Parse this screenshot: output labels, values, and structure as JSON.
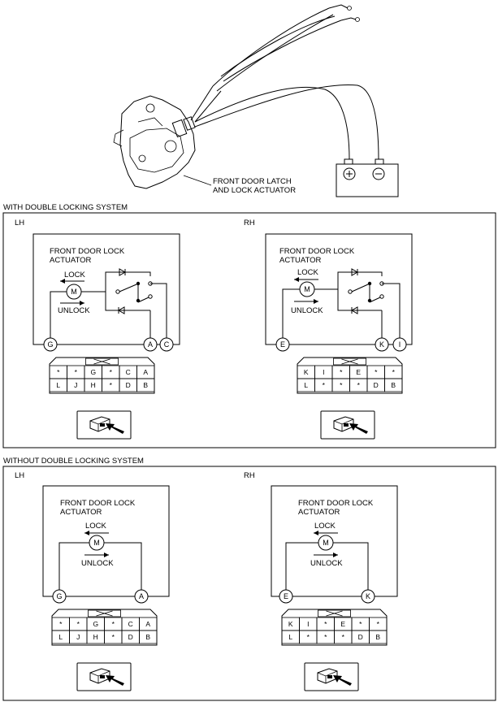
{
  "top": {
    "component_label_1": "FRONT DOOR LATCH",
    "component_label_2": "AND LOCK ACTUATOR",
    "battery_plus": "⊕",
    "battery_minus": "⊖"
  },
  "sections": [
    {
      "title": "WITH DOUBLE LOCKING SYSTEM",
      "panels": [
        {
          "side": "LH",
          "actuator_label_1": "FRONT DOOR LOCK",
          "actuator_label_2": "ACTUATOR",
          "lock_label": "LOCK",
          "unlock_label": "UNLOCK",
          "motor": "M",
          "terminals": [
            "G",
            "A",
            "C"
          ],
          "connector_rows": [
            [
              "*",
              "*",
              "G",
              "*",
              "C",
              "A"
            ],
            [
              "L",
              "J",
              "H",
              "*",
              "D",
              "B"
            ]
          ]
        },
        {
          "side": "RH",
          "actuator_label_1": "FRONT DOOR LOCK",
          "actuator_label_2": "ACTUATOR",
          "lock_label": "LOCK",
          "unlock_label": "UNLOCK",
          "motor": "M",
          "terminals": [
            "E",
            "K",
            "I"
          ],
          "connector_rows": [
            [
              "K",
              "I",
              "*",
              "E",
              "*",
              "*"
            ],
            [
              "L",
              "*",
              "*",
              "*",
              "D",
              "B"
            ]
          ]
        }
      ]
    },
    {
      "title": "WITHOUT DOUBLE LOCKING SYSTEM",
      "panels": [
        {
          "side": "LH",
          "actuator_label_1": "FRONT DOOR LOCK",
          "actuator_label_2": "ACTUATOR",
          "lock_label": "LOCK",
          "unlock_label": "UNLOCK",
          "motor": "M",
          "terminals": [
            "G",
            "A"
          ],
          "connector_rows": [
            [
              "*",
              "*",
              "G",
              "*",
              "C",
              "A"
            ],
            [
              "L",
              "J",
              "H",
              "*",
              "D",
              "B"
            ]
          ]
        },
        {
          "side": "RH",
          "actuator_label_1": "FRONT DOOR LOCK",
          "actuator_label_2": "ACTUATOR",
          "lock_label": "LOCK",
          "unlock_label": "UNLOCK",
          "motor": "M",
          "terminals": [
            "E",
            "K"
          ],
          "connector_rows": [
            [
              "K",
              "I",
              "*",
              "E",
              "*",
              "*"
            ],
            [
              "L",
              "*",
              "*",
              "*",
              "D",
              "B"
            ]
          ]
        }
      ]
    }
  ]
}
